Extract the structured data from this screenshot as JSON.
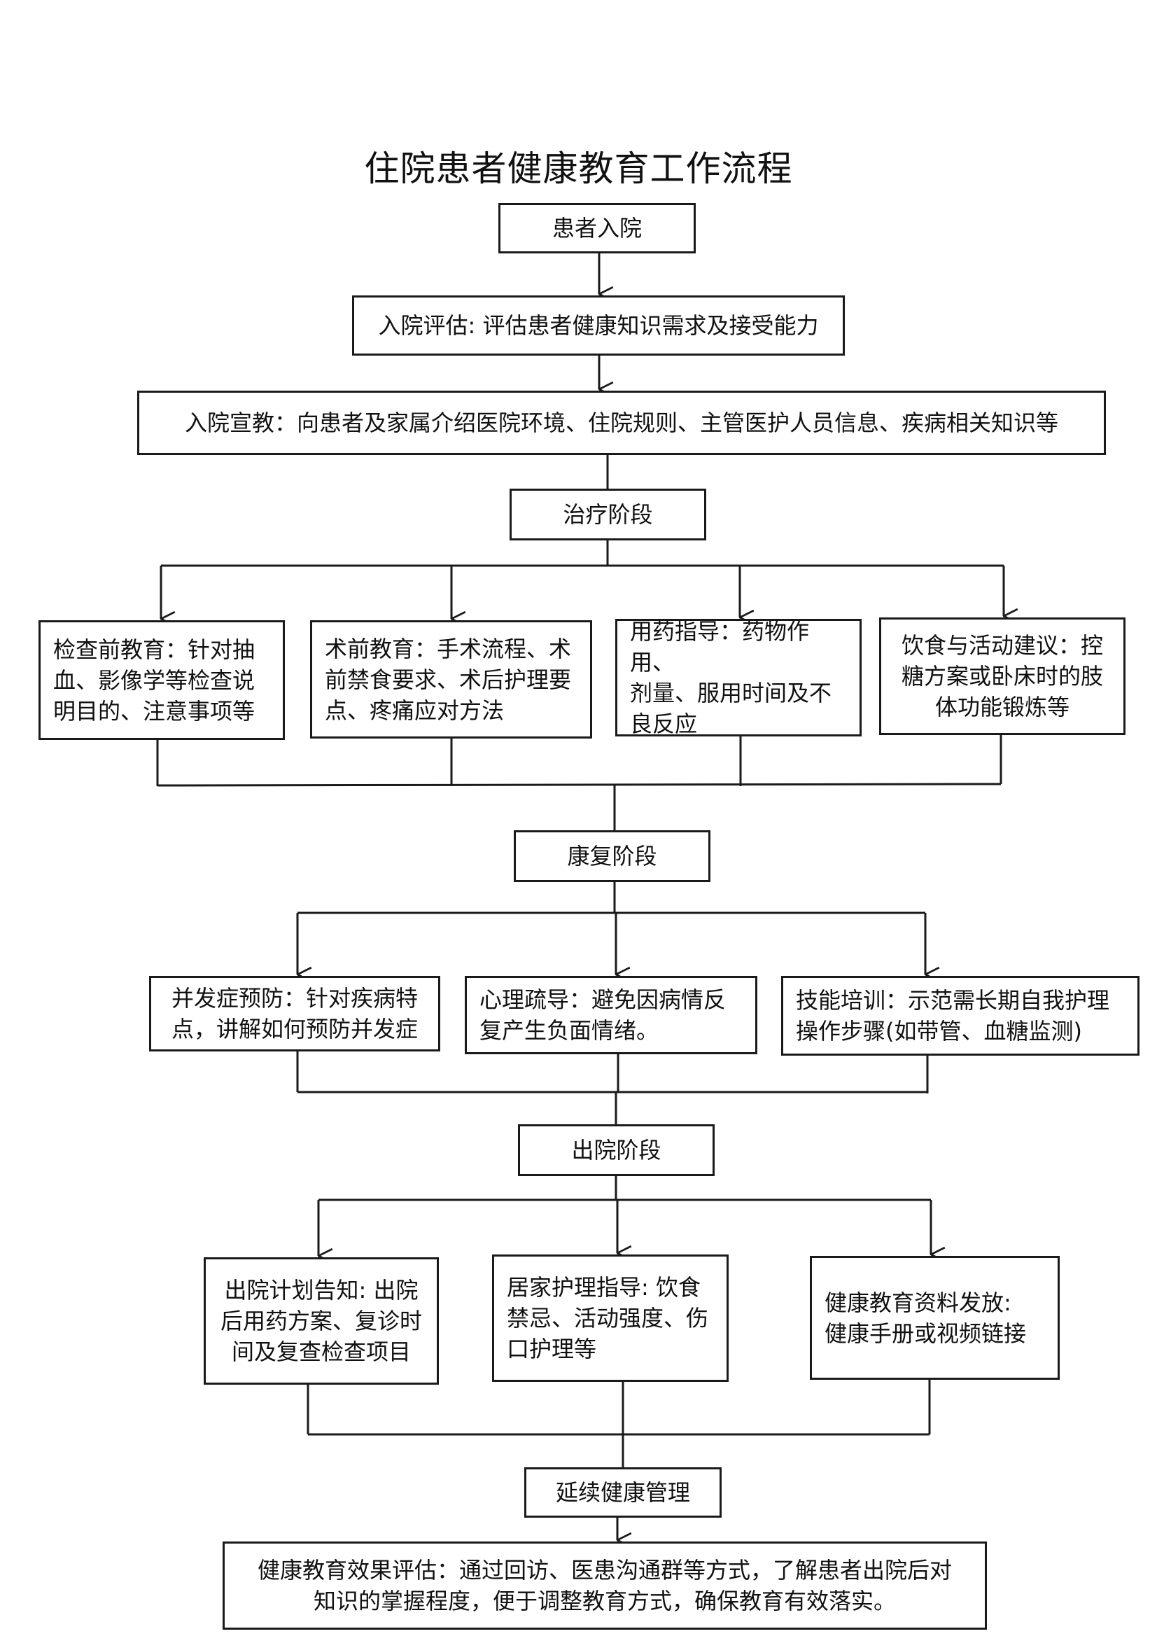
{
  "title": "住院患者健康教育工作流程",
  "nodes": {
    "admission": "患者入院",
    "assessment": "入院评估: 评估患者健康知识需求及接受能力",
    "orientation": "入院宣教：向患者及家属介绍医院环境、住院规则、主管医护人员信息、疾病相关知识等",
    "treatment_stage": "治疗阶段",
    "pre_exam": "检查前教育：针对抽\n血、影像学等检查说\n明目的、注意事项等",
    "pre_op": "术前教育：手术流程、术\n前禁食要求、术后护理要\n点、疼痛应对方法",
    "medication": "用药指导：药物作用、\n剂量、服用时间及不\n良反应",
    "diet_activity": "饮食与活动建议：控\n糖方案或卧床时的肢\n体功能锻炼等",
    "rehab_stage": "康复阶段",
    "complication": "并发症预防：针对疾病特\n点，讲解如何预防并发症",
    "psychological": "心理疏导：避免因病情反\n复产生负面情绪。",
    "skill_training": "技能培训：示范需长期自我护理\n操作步骤(如带管、血糖监测)",
    "discharge_stage": "出院阶段",
    "discharge_plan": "出院计划告知: 出院\n后用药方案、复诊时\n间及复查检查项目",
    "home_care": "居家护理指导: 饮食\n禁忌、活动强度、伤\n口护理等",
    "materials": "健康教育资料发放:\n健康手册或视频链接",
    "continuing_care": "延续健康管理",
    "effect_eval": "健康教育效果评估：通过回访、医患沟通群等方式，了解患者出院后对\n知识的掌握程度，便于调整教育方式，确保教育有效落实。"
  }
}
